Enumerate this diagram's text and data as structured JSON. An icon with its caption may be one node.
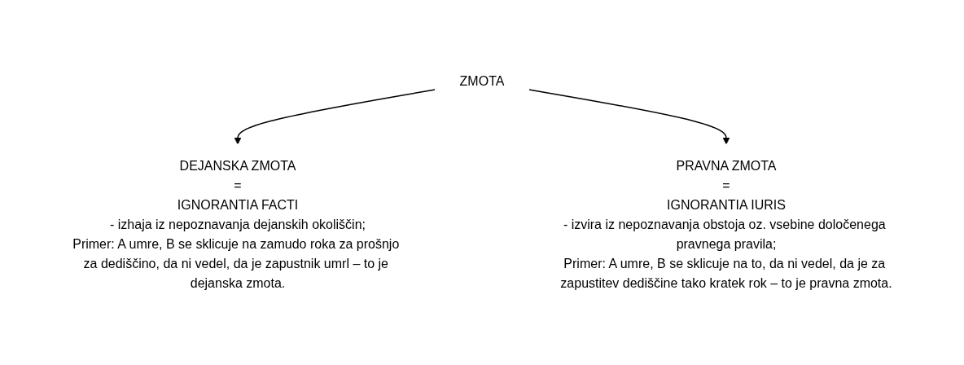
{
  "diagram": {
    "nodes": [
      {
        "text": [
          "ZMOTA"
        ]
      },
      {
        "text": [
          "DEJANSKA ZMOTA",
          "=",
          "IGNORANTIA FACTI",
          "- izhaja iz nepoznavanja dejanskih okoliščin;",
          "Primer: A umre, B se sklicuje na zamudo roka za prošnjo za dediščino, da ni vedel, da je zapustnik umrl – to je dejanska zmota."
        ]
      },
      {
        "text": [
          "PRAVNA ZMOTA",
          "=",
          "IGNORANTIA IURIS",
          "- izvira iz nepoznavanja obstoja oz. vsebine določenega pravnega pravila;",
          "Primer: A umre, B se sklicuje na to, da ni vedel, da je za zapustitev dediščine tako kratek rok – to je pravna zmota."
        ]
      }
    ],
    "edges": [
      {
        "from": 0,
        "to": 1,
        "arrow": "to"
      },
      {
        "from": 0,
        "to": 2,
        "arrow": "to"
      }
    ]
  }
}
